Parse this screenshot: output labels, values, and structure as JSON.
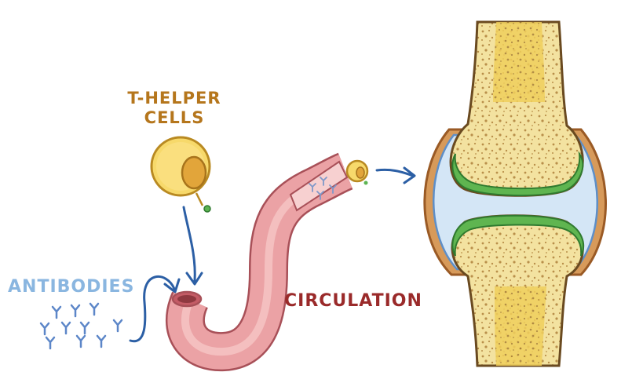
{
  "labels": {
    "t_helper_line1": "T-HELPER",
    "t_helper_line2": "CELLS",
    "antibodies": "ANTIBODIES",
    "circulation": "CIRCULATION"
  },
  "colors": {
    "t_helper_text": "#b5761c",
    "antibodies_text": "#8ab6e0",
    "circulation_text": "#9a2a2a",
    "arrow": "#2c5fa5",
    "vessel": "#e79ca0",
    "bone": "#f5e6a8",
    "marrow": "#efc54a",
    "cartilage": "#5fb550",
    "synovial_fluid": "#d4e6f6",
    "capsule": "#d79a5a"
  }
}
